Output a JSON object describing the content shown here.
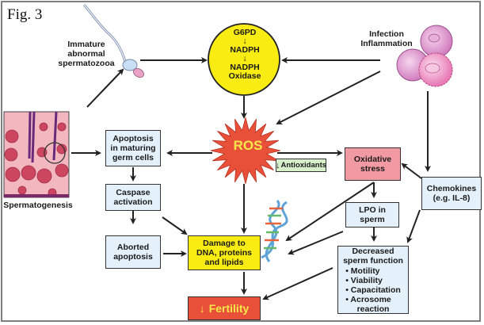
{
  "figure_label": "Fig. 3",
  "colors": {
    "box_blue": "#e4f1fb",
    "box_yellow": "#f9ec13",
    "box_pink": "#f29aa3",
    "box_green": "#d8efcb",
    "box_red": "#e8503a",
    "ros_star": "#e8503a",
    "ros_text": "#f7e84a",
    "arrow": "#222222"
  },
  "labels": {
    "immature": [
      "Immature",
      "abnormal",
      "spermatozooa"
    ],
    "infection": [
      "Infection",
      "Inflammation"
    ],
    "spermatogenesis": "Spermatogenesis"
  },
  "g6pd_circle": {
    "line1": "G6PD",
    "arrow1": "↓",
    "line2": "NADPH",
    "arrow2": "↓",
    "line3": "NADPH",
    "line4": "Oxidase"
  },
  "ros": {
    "label": "ROS"
  },
  "antioxidants": {
    "arrow": "↓",
    "label": "Antioxidants"
  },
  "boxes": {
    "apoptosis": [
      "Apoptosis",
      "in maturing",
      "germ cells"
    ],
    "caspase": [
      "Caspase",
      "activation"
    ],
    "aborted": [
      "Aborted",
      "apoptosis"
    ],
    "damage": [
      "Damage to",
      "DNA, proteins",
      "and lipids"
    ],
    "oxidative": [
      "Oxidative",
      "stress"
    ],
    "lpo": [
      "LPO in",
      "sperm"
    ],
    "chemokines": [
      "Chemokines",
      "(e.g. IL-8)"
    ],
    "decreased": {
      "title": [
        "Decreased",
        "sperm function"
      ],
      "items": [
        "• Motility",
        "• Viability",
        "• Capacitation",
        "• Acrosome",
        "reaction"
      ]
    }
  },
  "fertility": {
    "arrow": "↓",
    "label": "Fertility"
  }
}
